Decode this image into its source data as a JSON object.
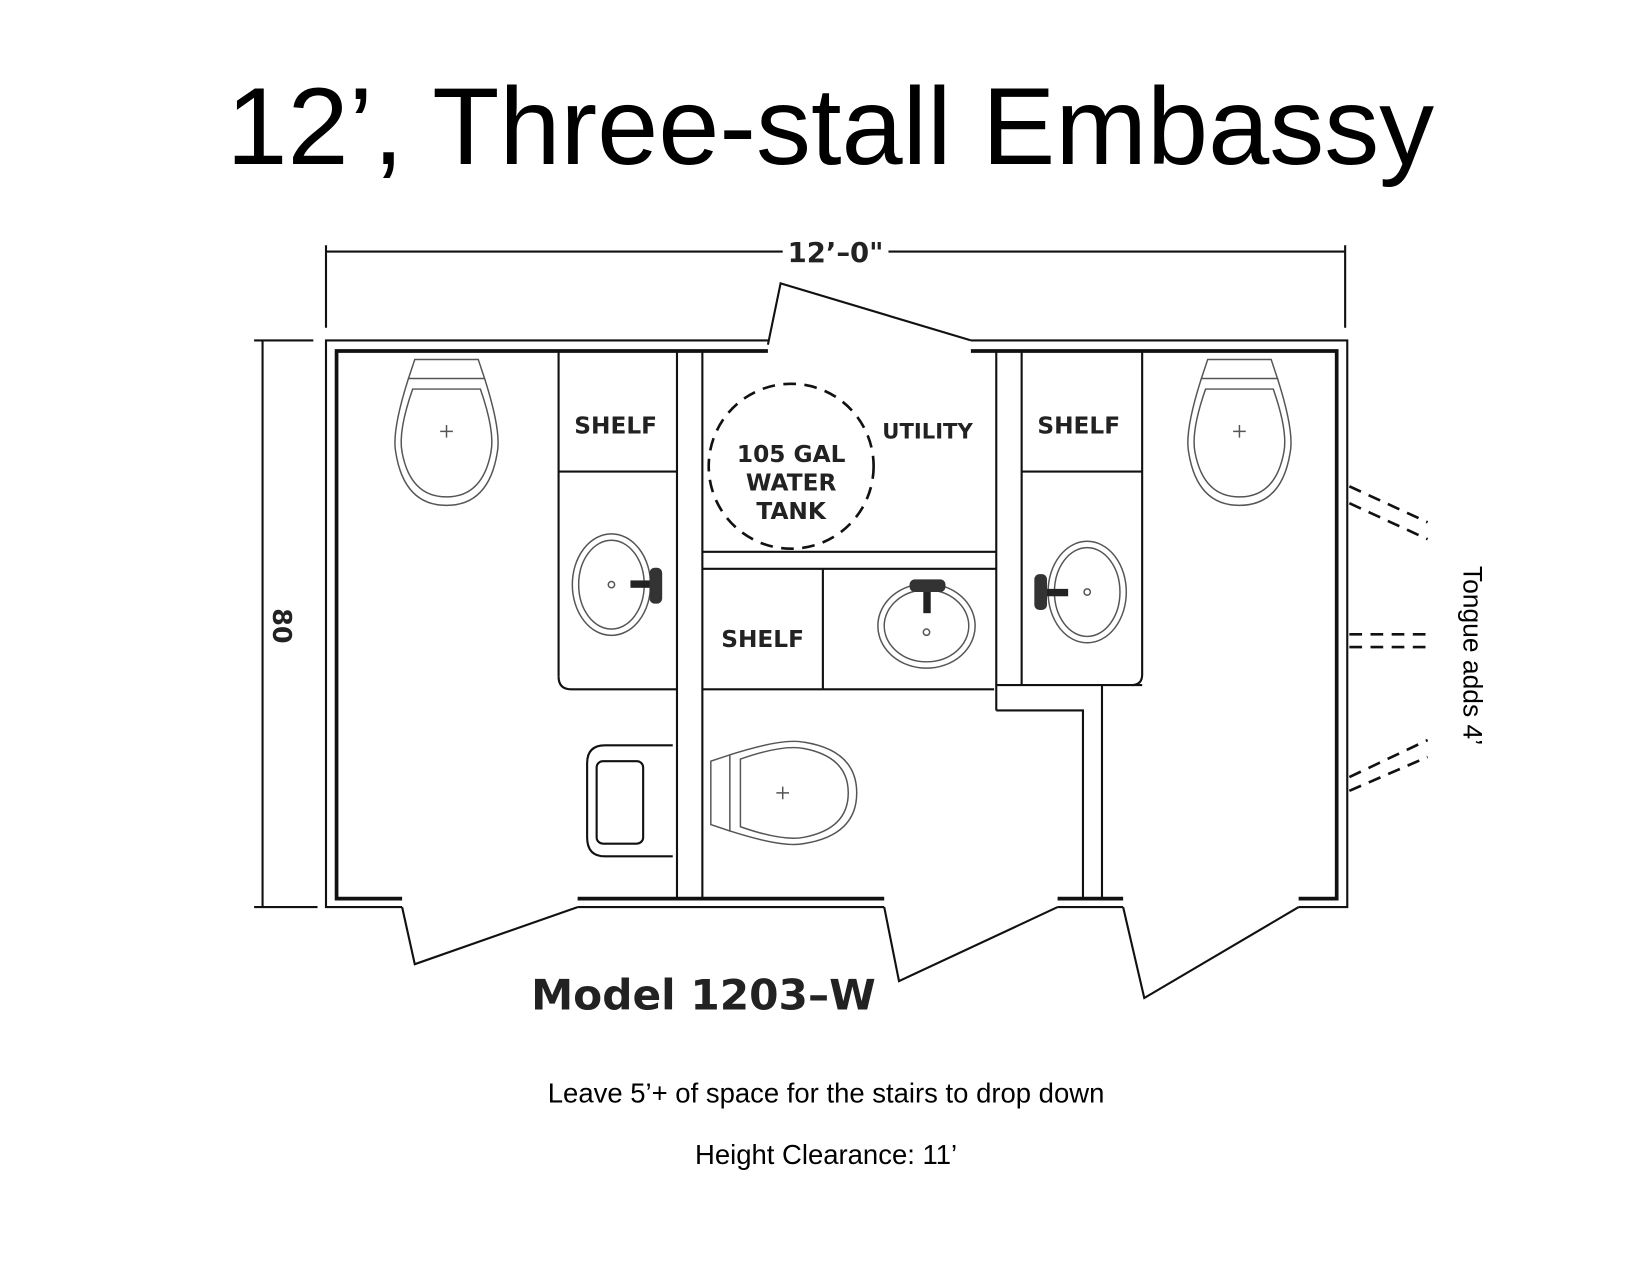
{
  "title": "12’, Three-stall Embassy",
  "plan": {
    "width_dimension": "12’–0\"",
    "height_dimension": "80",
    "shelf_label": "SHELF",
    "utility_label": "UTILITY",
    "tank_label_lines": [
      "105 GAL",
      "WATER",
      "TANK"
    ],
    "model_label": "Model 1203–W",
    "tongue_note": "Tongue adds 4’"
  },
  "notes": [
    "Leave 5’+ of space for the stairs to drop down",
    "Height Clearance: 11’"
  ]
}
